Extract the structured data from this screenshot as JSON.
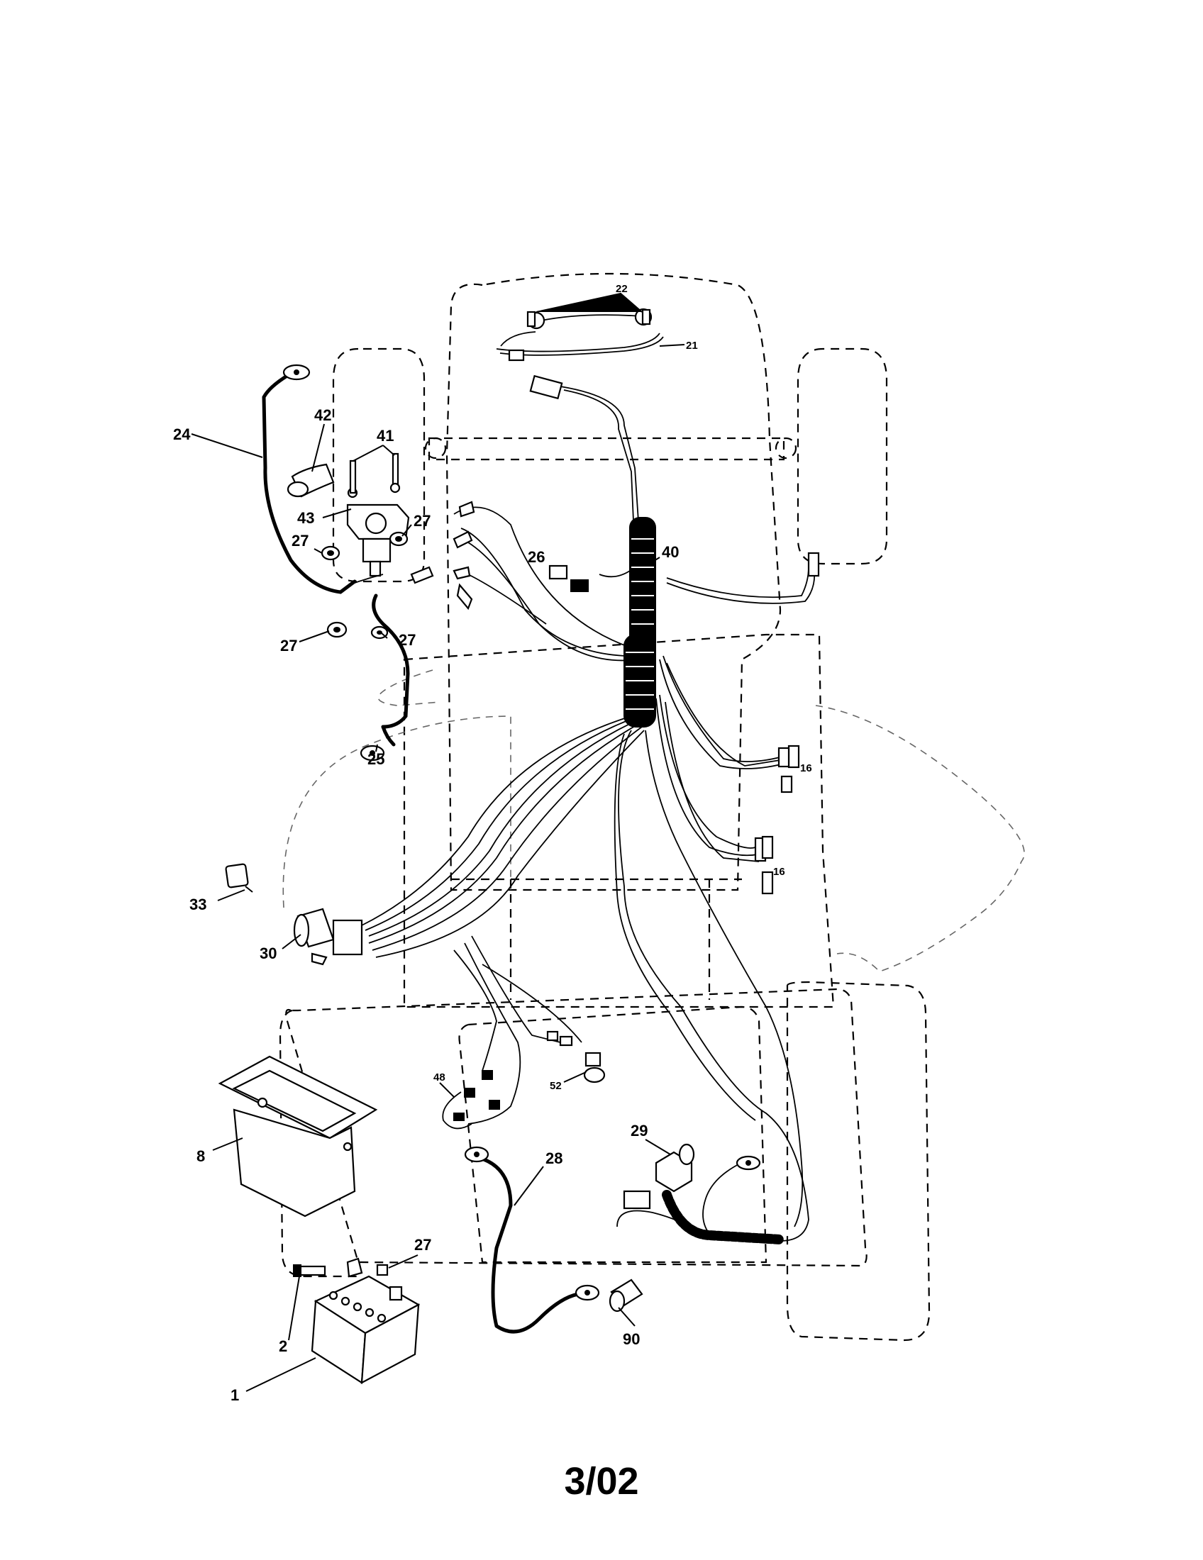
{
  "footer": {
    "code": "3/02"
  },
  "callouts": [
    "22",
    "21",
    "42",
    "41",
    "24",
    "43",
    "27",
    "27",
    "27",
    "27",
    "26",
    "40",
    "25",
    "16",
    "16",
    "33",
    "30",
    "48",
    "52",
    "29",
    "8",
    "28",
    "27",
    "2",
    "90",
    "1"
  ]
}
